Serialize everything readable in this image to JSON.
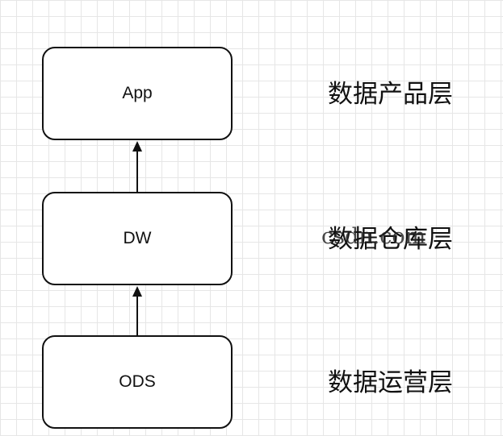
{
  "nodes": [
    {
      "id": "app",
      "label": "App",
      "layer": "数据产品层"
    },
    {
      "id": "dw",
      "label": "DW",
      "layer": "数据仓库层"
    },
    {
      "id": "ods",
      "label": "ODS",
      "layer": "数据运营层"
    }
  ],
  "edges": [
    {
      "from": "dw",
      "to": "app"
    },
    {
      "from": "ods",
      "to": "dw"
    }
  ],
  "watermark": "csdn.com",
  "colors": {
    "stroke": "#111111",
    "grid": "#e6e6e6",
    "background": "#ffffff"
  }
}
